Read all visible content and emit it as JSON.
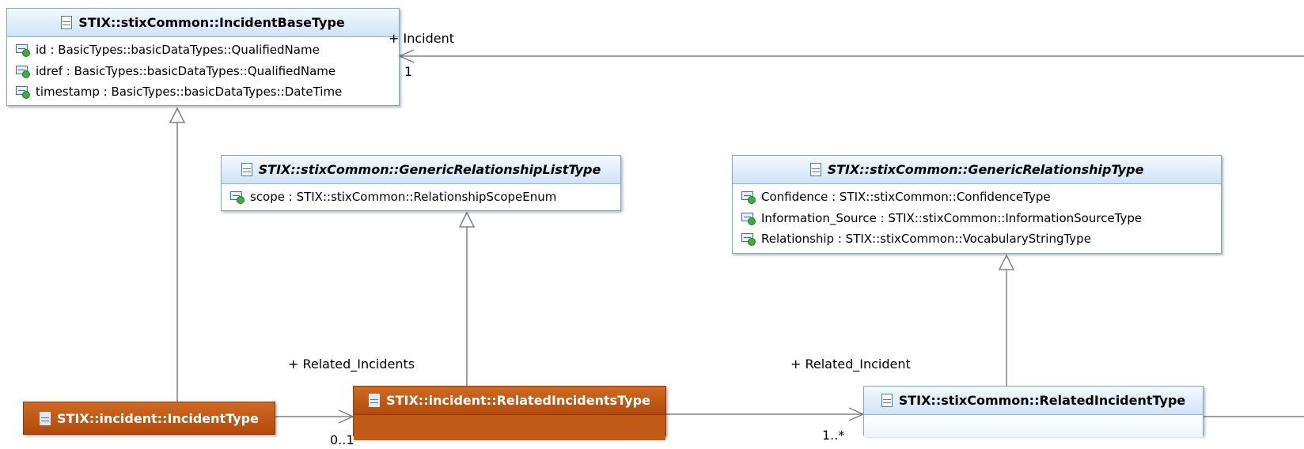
{
  "classes": {
    "incident_base": {
      "name": "STIX::stixCommon::IncidentBaseType",
      "attributes": [
        "id : BasicTypes::basicDataTypes::QualifiedName",
        "idref : BasicTypes::basicDataTypes::QualifiedName",
        "timestamp : BasicTypes::basicDataTypes::DateTime"
      ]
    },
    "generic_relationship_list": {
      "name": "STIX::stixCommon::GenericRelationshipListType",
      "attributes": [
        "scope : STIX::stixCommon::RelationshipScopeEnum"
      ]
    },
    "generic_relationship": {
      "name": "STIX::stixCommon::GenericRelationshipType",
      "attributes": [
        "Confidence : STIX::stixCommon::ConfidenceType",
        "Information_Source : STIX::stixCommon::InformationSourceType",
        "Relationship : STIX::stixCommon::VocabularyStringType"
      ]
    },
    "incident_type": {
      "name": "STIX::incident::IncidentType"
    },
    "related_incidents": {
      "name": "STIX::incident::RelatedIncidentsType"
    },
    "related_incident": {
      "name": "STIX::stixCommon::RelatedIncidentType"
    }
  },
  "labels": {
    "incident_role": "+ Incident",
    "incident_mult": "1",
    "related_incidents_role": "+ Related_Incidents",
    "related_incidents_mult": "0..1",
    "related_incident_role": "+ Related_Incident",
    "related_incident_mult": "1..*"
  },
  "colors": {
    "class_header": "#cfe3f7",
    "class_border": "#7ea6cf",
    "focus_class": "#b24a0d",
    "connector": "#808080"
  }
}
